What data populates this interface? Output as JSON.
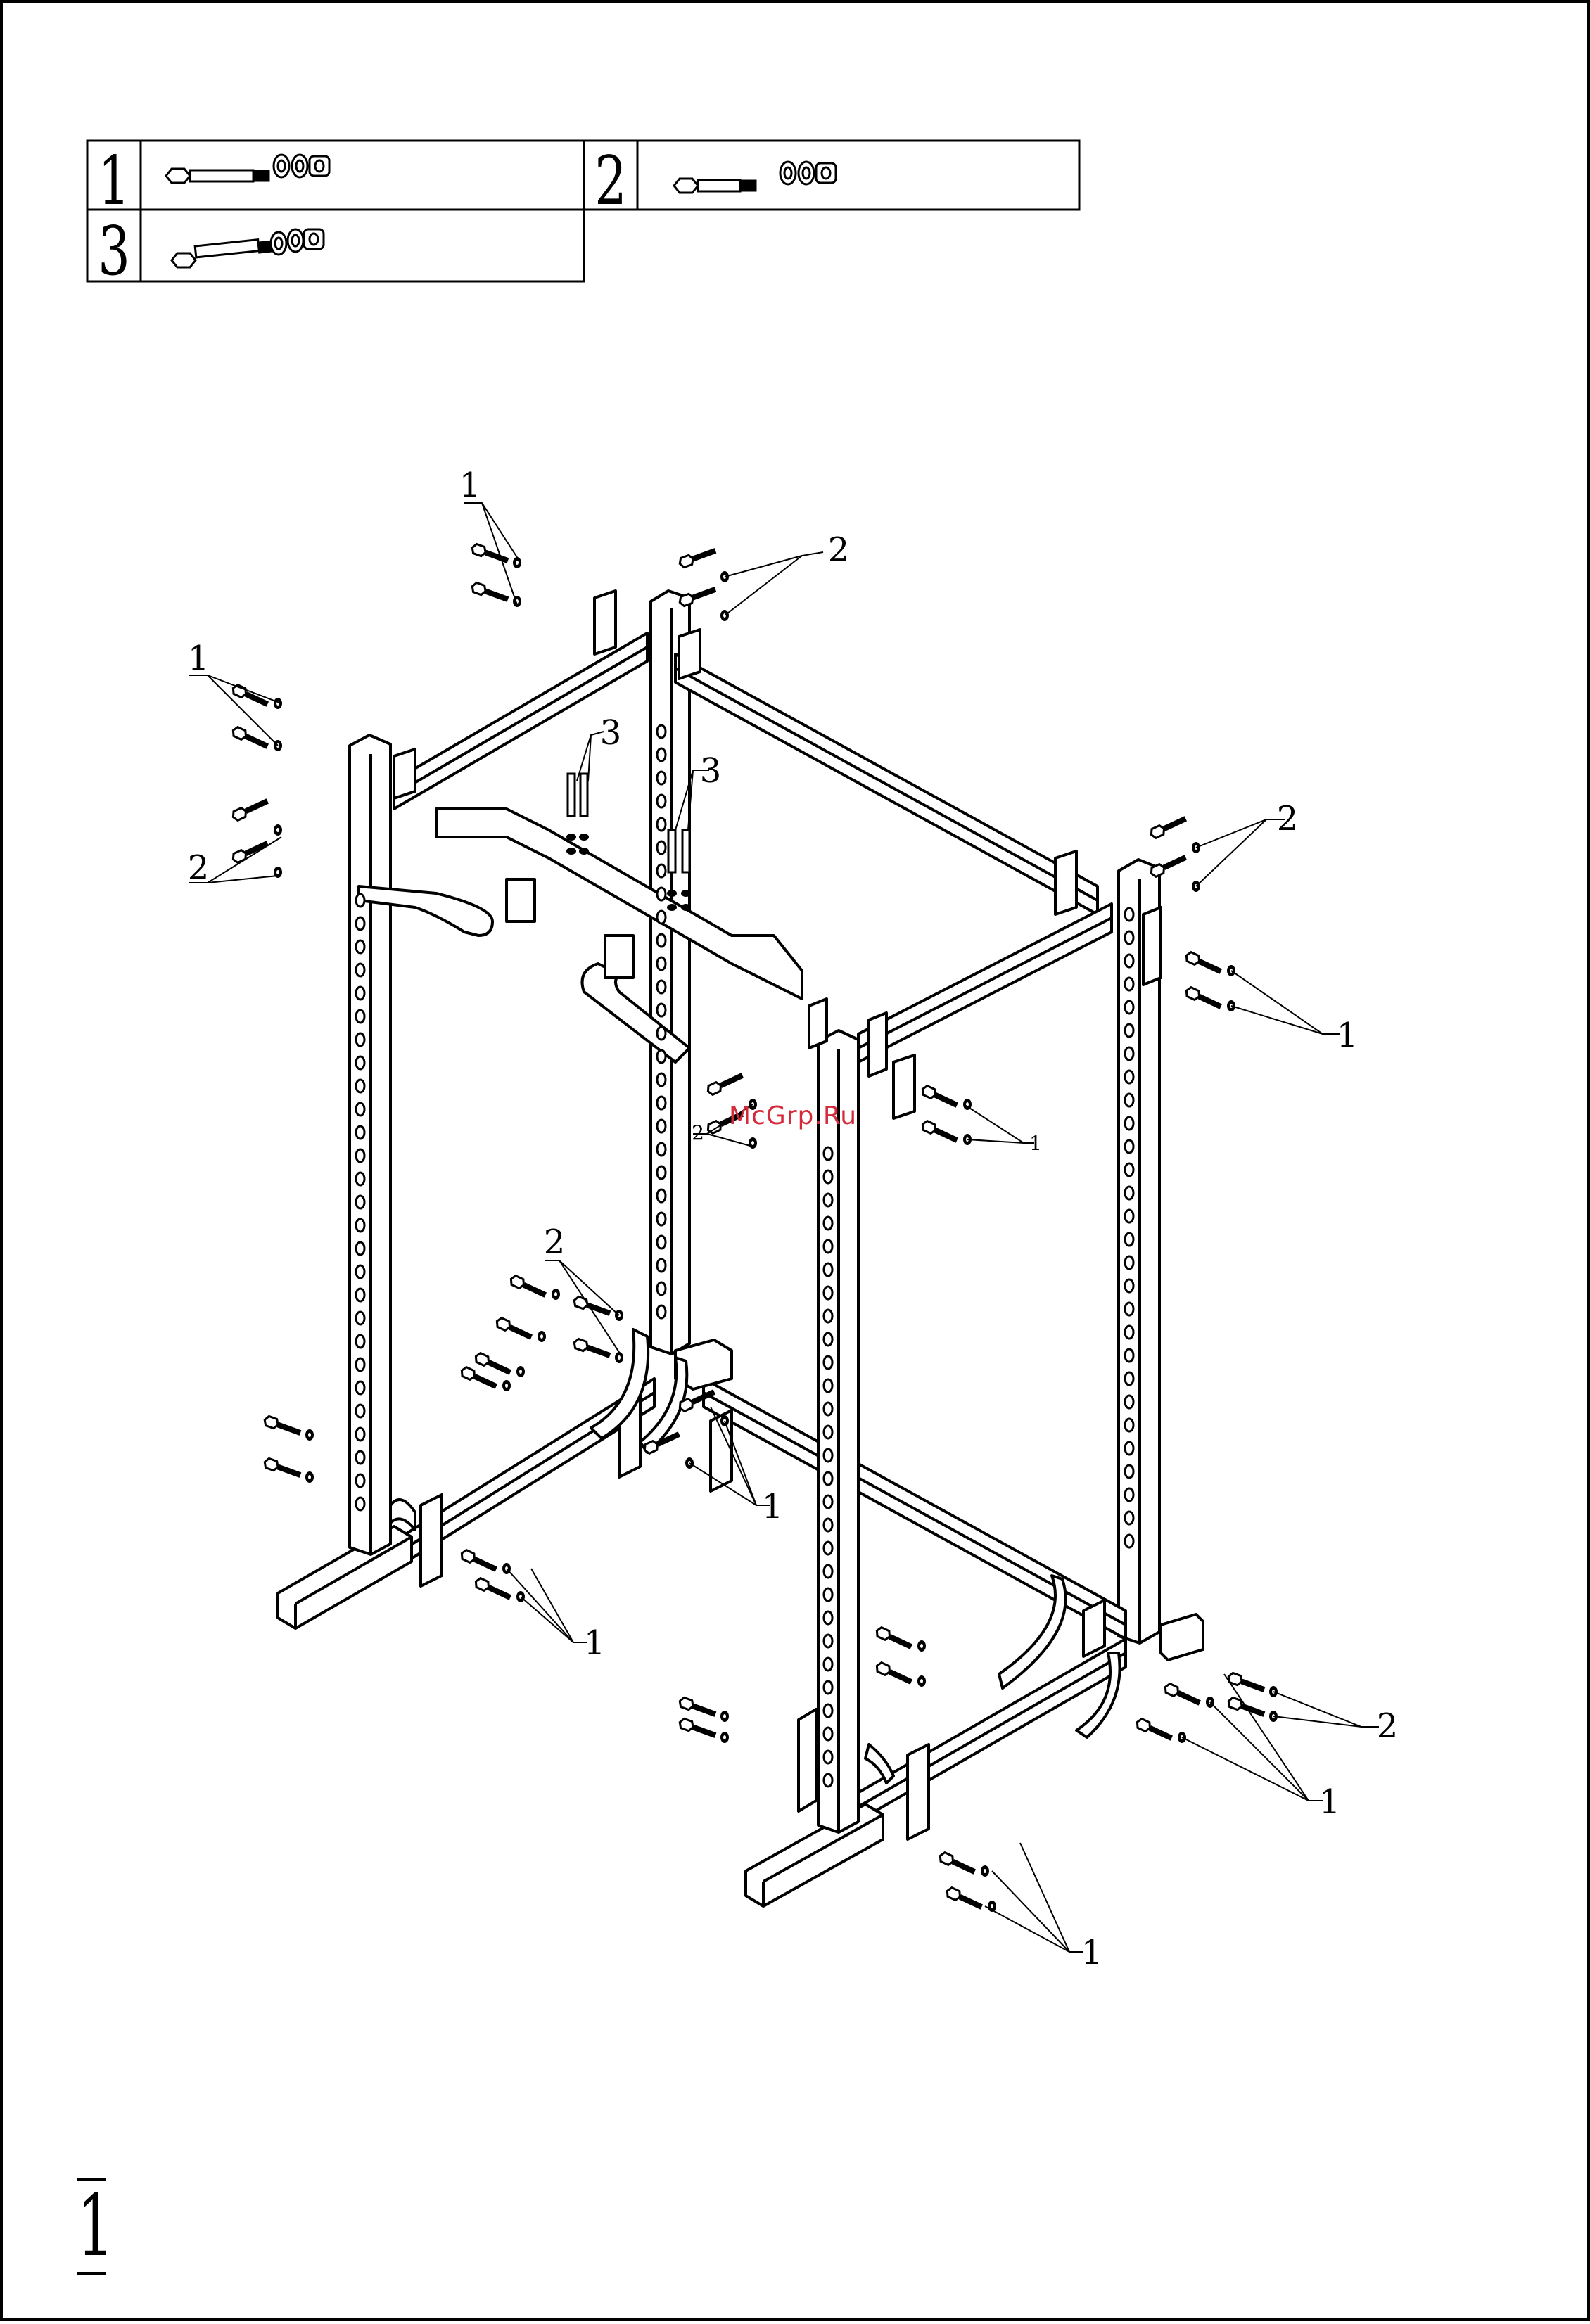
{
  "parts_table": [
    {
      "id": "1",
      "type": "long-bolt-set"
    },
    {
      "id": "2",
      "type": "short-bolt-set"
    },
    {
      "id": "3",
      "type": "long-bolt-set"
    }
  ],
  "callouts": {
    "c1a": "1",
    "c2a": "2",
    "c1b": "1",
    "c3a": "3",
    "c3b": "3",
    "c2b": "2",
    "c2c": "2",
    "c1c": "1",
    "c2d": "2",
    "c1d": "1",
    "c2e": "2",
    "c1e": "1",
    "c1f": "1",
    "c2f": "2",
    "c1g": "1",
    "c1h": "1"
  },
  "watermark": "McGrp.Ru",
  "step_number": "1"
}
